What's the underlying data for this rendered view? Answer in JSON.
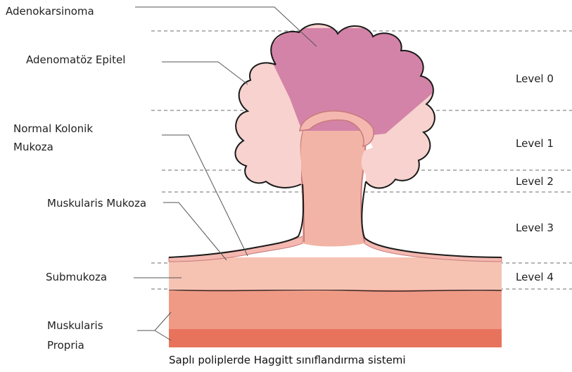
{
  "labels": {
    "adenocarcinoma": "Adenokarsinoma",
    "adenomatous_epithelium": "Adenomatöz Epitel",
    "normal_mucosa_line1": "Normal Kolonik",
    "normal_mucosa_line2": "Mukoza",
    "muscularis_mucosa": "Muskularis Mukoza",
    "submucosa": "Submukoza",
    "muscularis_propria_line1": "Muskularis",
    "muscularis_propria_line2": "Propria"
  },
  "levels": [
    "Level 0",
    "Level 1",
    "Level 2",
    "Level 3",
    "Level 4"
  ],
  "caption": "Saplı poliplerde Haggitt sınıflandırma sistemi",
  "colors": {
    "adenocarcinoma": "#d483a8",
    "adenoma": "#f7d2ce",
    "normal_mucosa": "#f2b4a6",
    "submucosa": "#f6c3b3",
    "muscularis_propria_upper": "#ee9a85",
    "muscularis_propria_lower": "#e8735c",
    "outline": "#1a1a1a"
  }
}
